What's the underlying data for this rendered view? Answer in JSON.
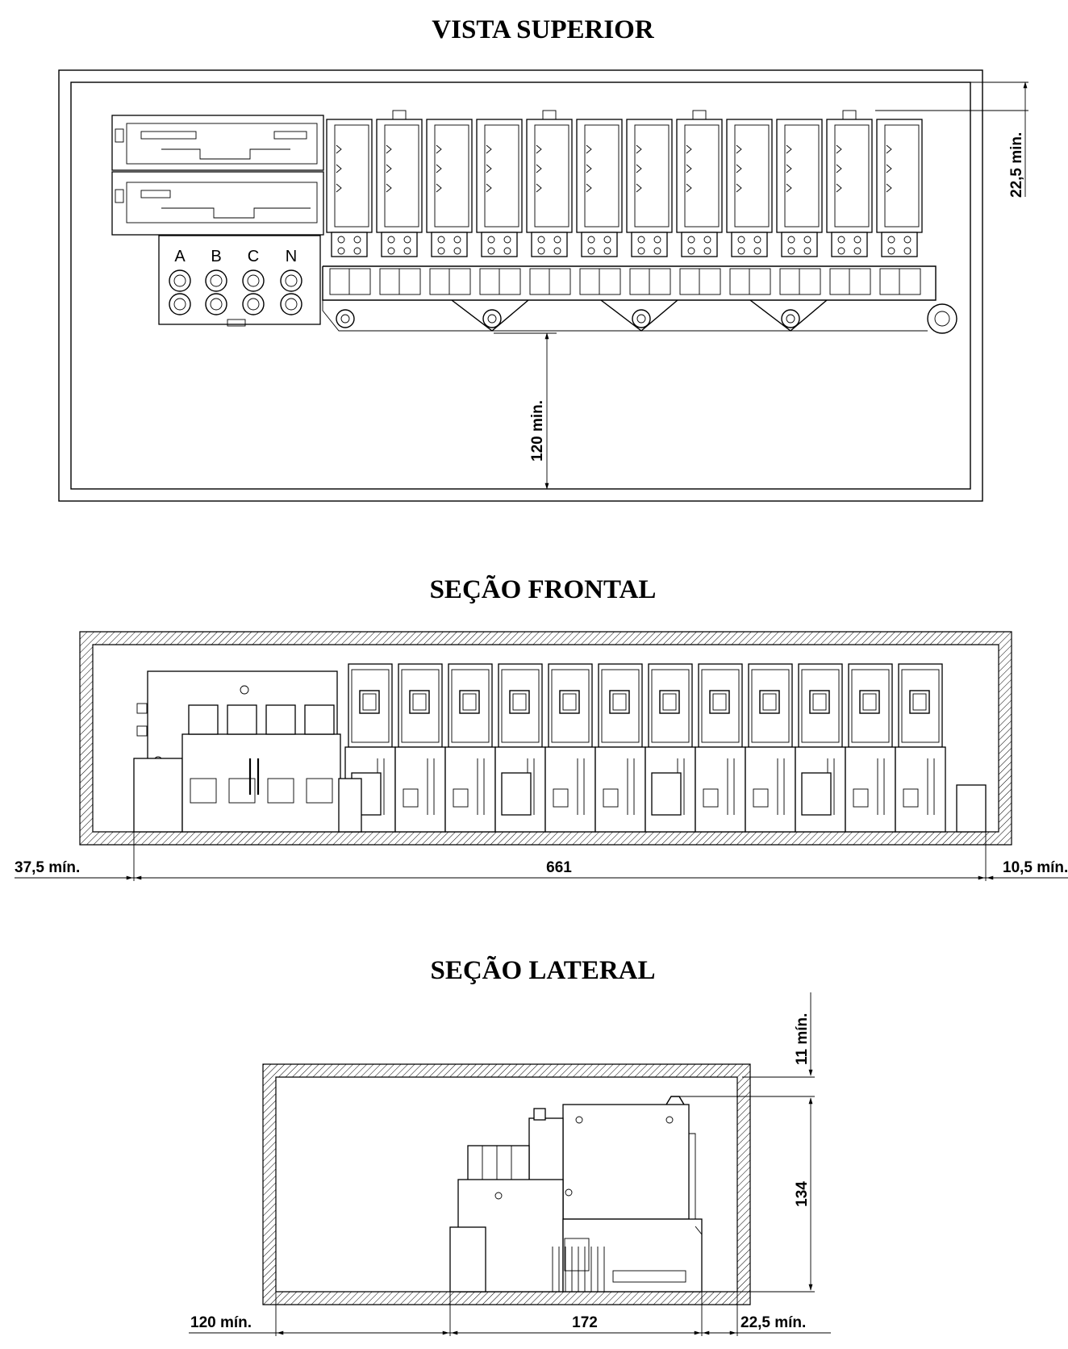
{
  "views": {
    "top": {
      "title": "VISTA SUPERIOR",
      "phases": [
        "A",
        "B",
        "C",
        "N"
      ],
      "dim_top_clearance": "22,5 min.",
      "dim_front_clearance": "120 min."
    },
    "front": {
      "title": "SEÇÃO FRONTAL",
      "dim_left": "37,5 mín.",
      "dim_width": "661",
      "dim_right": "10,5 mín."
    },
    "side": {
      "title": "SEÇÃO LATERAL",
      "dim_top": "11 mín.",
      "dim_height": "134",
      "dim_left": "120 mín.",
      "dim_depth": "172",
      "dim_right": "22,5 mín."
    }
  },
  "breaker_modules": 12
}
